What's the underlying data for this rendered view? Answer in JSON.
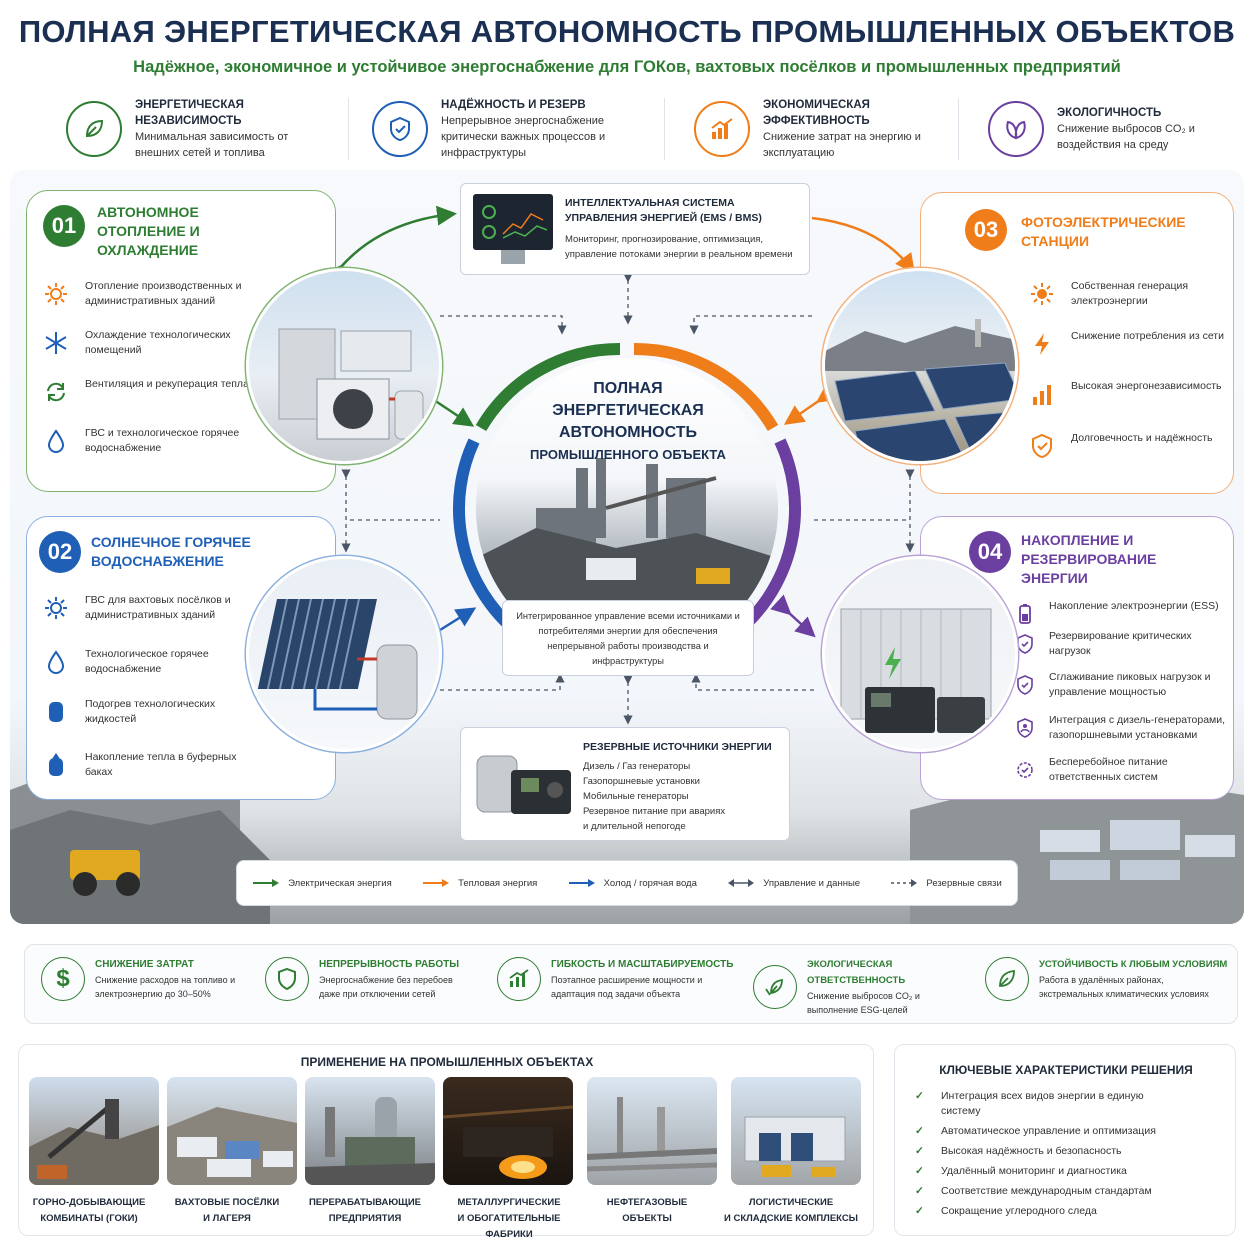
{
  "header": {
    "title": "ПОЛНАЯ ЭНЕРГЕТИЧЕСКАЯ АВТОНОМНОСТЬ ПРОМЫШЛЕННЫХ ОБЪЕКТОВ",
    "subtitle": "Надёжное, экономичное и устойчивое энергоснабжение для ГОКов, вахтовых посёлков и промышленных предприятий"
  },
  "features": [
    {
      "icon": "leaf-icon",
      "color": "#2e7d32",
      "title": "ЭНЕРГЕТИЧЕСКАЯ НЕЗАВИСИМОСТЬ",
      "desc": "Минимальная зависимость от внешних сетей и топлива"
    },
    {
      "icon": "shield-check-icon",
      "color": "#1f5fb5",
      "title": "НАДЁЖНОСТЬ И РЕЗЕРВ",
      "desc": "Непрерывное энергоснабжение критически важных процессов и инфраструктуры"
    },
    {
      "icon": "growth-chart-icon",
      "color": "#ef7d1a",
      "title": "ЭКОНОМИЧЕСКАЯ ЭФФЕКТИВНОСТЬ",
      "desc": "Снижение затрат на энергию и эксплуатацию"
    },
    {
      "icon": "leaves-icon",
      "color": "#6a3fa0",
      "title": "ЭКОЛОГИЧНОСТЬ",
      "desc": "Снижение выбросов CO₂ и воздействия на среду"
    }
  ],
  "panels": {
    "p01": {
      "num": "01",
      "color": "#2e7d32",
      "title": "АВТОНОМНОЕ ОТОПЛЕНИЕ И ОХЛАЖДЕНИЕ",
      "items": [
        {
          "icon": "sun-icon",
          "text": "Отопление производственных и административных зданий"
        },
        {
          "icon": "snowflake-icon",
          "text": "Охлаждение технологических помещений"
        },
        {
          "icon": "recycle-icon",
          "text": "Вентиляция и рекуперация тепла"
        },
        {
          "icon": "water-drop-icon",
          "text": "ГВС и технологическое горячее водоснабжение"
        }
      ]
    },
    "p02": {
      "num": "02",
      "color": "#1f5fb5",
      "title": "СОЛНЕЧНОЕ ГОРЯЧЕЕ ВОДОСНАБЖЕНИЕ",
      "items": [
        {
          "icon": "sun-icon",
          "text": "ГВС для вахтовых посёлков и административных зданий"
        },
        {
          "icon": "water-drop-icon",
          "text": "Технологическое горячее водоснабжение"
        },
        {
          "icon": "tank-icon",
          "text": "Подогрев технологических жидкостей"
        },
        {
          "icon": "tank-drop-icon",
          "text": "Накопление тепла в буферных баках"
        }
      ]
    },
    "p03": {
      "num": "03",
      "color": "#ef7d1a",
      "title": "ФОТОЭЛЕКТРИЧЕСКИЕ СТАНЦИИ",
      "items": [
        {
          "icon": "sun-icon",
          "text": "Собственная генерация электроэнергии"
        },
        {
          "icon": "lightning-icon",
          "text": "Снижение потребления из сети"
        },
        {
          "icon": "bars-icon",
          "text": "Высокая энергонезависимость"
        },
        {
          "icon": "shield-check-icon",
          "text": "Долговечность и надёжность"
        }
      ]
    },
    "p04": {
      "num": "04",
      "color": "#6a3fa0",
      "title": "НАКОПЛЕНИЕ И РЕЗЕРВИРОВАНИЕ ЭНЕРГИИ",
      "items": [
        {
          "icon": "battery-icon",
          "text": "Накопление электроэнергии (ESS)"
        },
        {
          "icon": "shield-check-icon",
          "text": "Резервирование критических нагрузок"
        },
        {
          "icon": "shield-check-icon",
          "text": "Сглаживание пиковых нагрузок и управление мощностью"
        },
        {
          "icon": "person-shield-icon",
          "text": "Интеграция с дизель-генераторами, газопоршневыми установками"
        },
        {
          "icon": "gear-check-icon",
          "text": "Бесперебойное питание ответственных систем"
        }
      ]
    }
  },
  "ems": {
    "title": "ИНТЕЛЛЕКТУАЛЬНАЯ СИСТЕМА УПРАВЛЕНИЯ ЭНЕРГИЕЙ (EMS / BMS)",
    "desc": "Мониторинг, прогнозирование, оптимизация, управление потоками энергии в реальном времени"
  },
  "center": {
    "line1": "ПОЛНАЯ",
    "line2": "ЭНЕРГЕТИЧЕСКАЯ",
    "line3": "АВТОНОМНОСТЬ",
    "line4": "ПРОМЫШЛЕННОГО ОБЪЕКТА",
    "caption": "Интегрированное управление всеми источниками и потребителями энергии для обеспечения непрерывной работы производства и инфраструктуры"
  },
  "backup": {
    "title": "РЕЗЕРВНЫЕ ИСТОЧНИКИ ЭНЕРГИИ",
    "items": [
      "Дизель / Газ генераторы",
      "Газопоршневые установки",
      "Мобильные генераторы",
      "Резервное питание при авариях",
      "и длительной непогоде"
    ]
  },
  "legend": [
    {
      "label": "Электрическая энергия",
      "color": "#2e7d32",
      "style": "solid"
    },
    {
      "label": "Тепловая энергия",
      "color": "#ef7d1a",
      "style": "solid"
    },
    {
      "label": "Холод / горячая вода",
      "color": "#1f5fb5",
      "style": "solid"
    },
    {
      "label": "Управление и данные",
      "color": "#4a5566",
      "style": "double"
    },
    {
      "label": "Резервные связи",
      "color": "#4a5566",
      "style": "dashed"
    }
  ],
  "benefits": [
    {
      "icon": "dollar-icon",
      "title": "СНИЖЕНИЕ ЗАТРАТ",
      "desc": "Снижение расходов на топливо и электроэнергию до 30–50%"
    },
    {
      "icon": "shield-check-icon",
      "title": "НЕПРЕРЫВНОСТЬ РАБОТЫ",
      "desc": "Энергоснабжение без перебоев даже при отключении сетей"
    },
    {
      "icon": "growth-chart-icon",
      "title": "ГИБКОСТЬ И МАСШТАБИРУЕМОСТЬ",
      "desc": "Поэтапное расширение мощности и адаптация под задачи объекта"
    },
    {
      "icon": "leaf-hand-icon",
      "title": "ЭКОЛОГИЧЕСКАЯ ОТВЕТСТВЕННОСТЬ",
      "desc": "Снижение выбросов CO₂ и выполнение ESG-целей"
    },
    {
      "icon": "leaf-icon",
      "title": "УСТОЙЧИВОСТЬ К ЛЮБЫМ УСЛОВИЯМ",
      "desc": "Работа в удалённых районах, экстремальных климатических условиях"
    }
  ],
  "applications": {
    "title": "ПРИМЕНЕНИЕ НА ПРОМЫШЛЕННЫХ ОБЪЕКТАХ",
    "items": [
      {
        "line1": "ГОРНО-ДОБЫВАЮЩИЕ",
        "line2": "КОМБИНАТЫ (ГОКи)"
      },
      {
        "line1": "ВАХТОВЫЕ ПОСЁЛКИ",
        "line2": "И ЛАГЕРЯ"
      },
      {
        "line1": "ПЕРЕРАБАТЫВАЮЩИЕ",
        "line2": "ПРЕДПРИЯТИЯ"
      },
      {
        "line1": "МЕТАЛЛУРГИЧЕСКИЕ",
        "line2": "И ОБОГАТИТЕЛЬНЫЕ ФАБРИКИ"
      },
      {
        "line1": "НЕФТЕГАЗОВЫЕ",
        "line2": "ОБЪЕКТЫ"
      },
      {
        "line1": "ЛОГИСТИЧЕСКИЕ",
        "line2": "И СКЛАДСКИЕ КОМПЛЕКСЫ"
      }
    ]
  },
  "key": {
    "title": "КЛЮЧЕВЫЕ ХАРАКТЕРИСТИКИ РЕШЕНИЯ",
    "items": [
      "Интеграция всех видов энергии в единую систему",
      "Автоматическое управление и оптимизация",
      "Высокая надёжность и безопасность",
      "Удалённый мониторинг и диагностика",
      "Соответствие международным стандартам",
      "Сокращение углеродного следа"
    ]
  }
}
